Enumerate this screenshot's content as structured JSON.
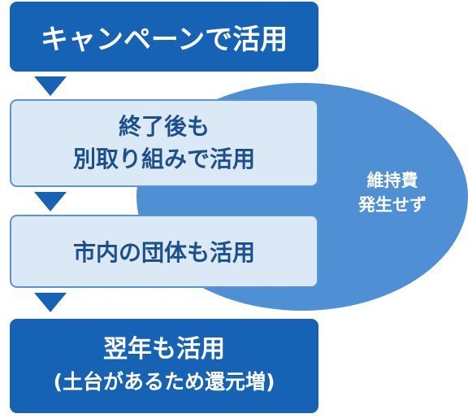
{
  "ellipse": {
    "lines": [
      "維持費",
      "発生せず"
    ]
  },
  "steps": [
    {
      "lines": [
        "キャンペーンで活用"
      ]
    },
    {
      "lines": [
        "終了後も",
        "別取り組みで活用"
      ]
    },
    {
      "lines": [
        "市内の団体も活用"
      ]
    },
    {
      "lines": [
        "翌年も活用",
        "(土台があるため還元増)"
      ]
    }
  ],
  "colors": {
    "dark_box": "#1662b4",
    "light_box": "#dbe9f7",
    "light_border": "#5a95d2",
    "ellipse": "#4f8fd3",
    "arrow": "#1662b4"
  }
}
